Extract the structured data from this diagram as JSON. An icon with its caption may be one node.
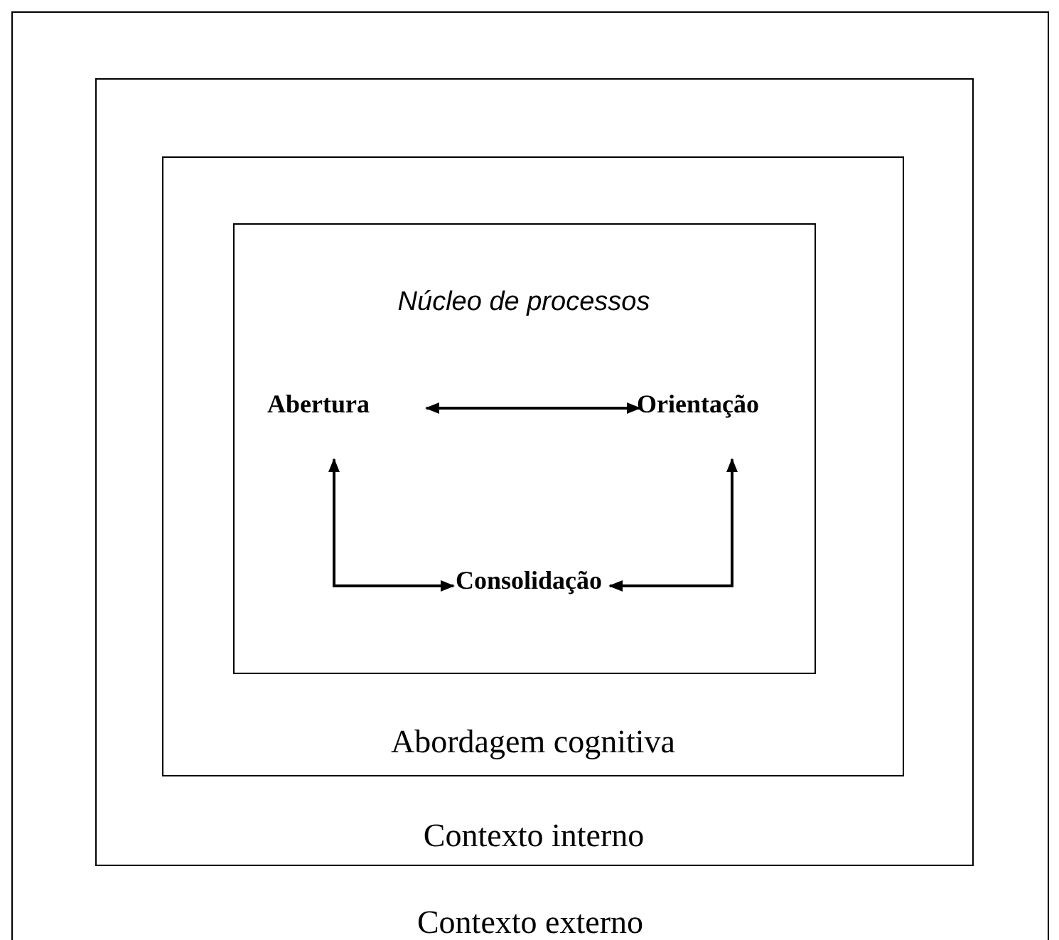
{
  "diagram": {
    "nodes": [
      {
        "text": [
          "Contexto externo"
        ]
      },
      {
        "text": [
          "Contexto interno"
        ],
        "in": 0
      },
      {
        "text": [
          "Abordagem cognitiva"
        ],
        "in": 1
      },
      {
        "text": [
          "Núcleo de processos"
        ],
        "in": 2
      },
      {
        "text": [
          "Abertura"
        ],
        "in": 3
      },
      {
        "text": [
          "Orientação"
        ],
        "in": 3
      },
      {
        "text": [
          "Consolidação"
        ],
        "in": 3
      }
    ],
    "edges": [
      {
        "from": 4,
        "to": 5,
        "arrow": "both"
      },
      {
        "from": 4,
        "to": 6,
        "arrow": "both"
      },
      {
        "from": 5,
        "to": 6,
        "arrow": "both"
      }
    ]
  }
}
